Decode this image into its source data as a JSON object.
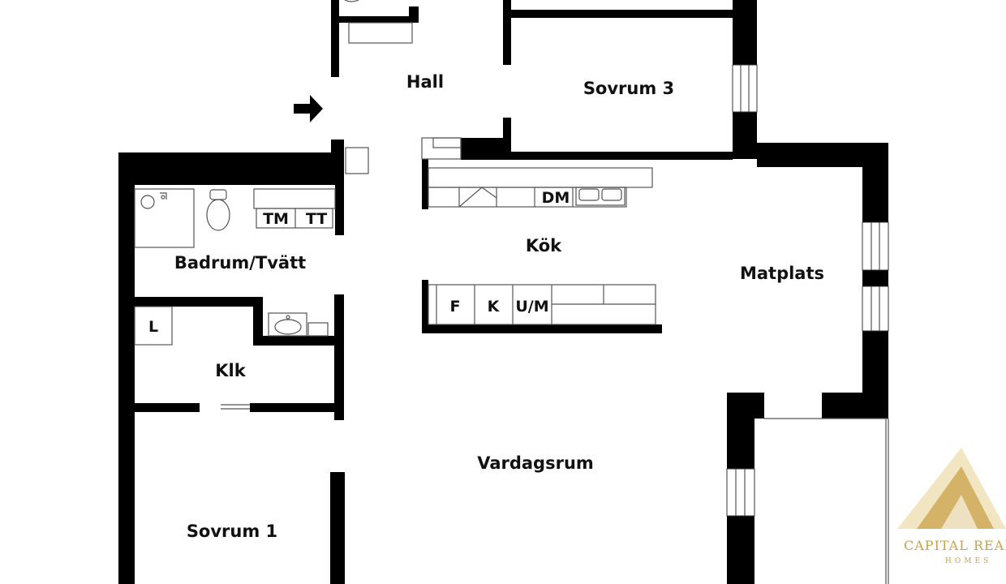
{
  "colors": {
    "wall": "#000000",
    "fixture_line": "#555555",
    "label": "#111111",
    "logo_gold": "#c9a24a",
    "logo_gold_light": "#e8cf8f"
  },
  "rooms": {
    "hall": "Hall",
    "sovrum3": "Sovrum 3",
    "kok": "Kök",
    "matplats": "Matplats",
    "badrum": "Badrum/Tvätt",
    "klk": "Klk",
    "vardagsrum": "Vardagsrum",
    "sovrum1": "Sovrum 1"
  },
  "fixtures": {
    "tm": "TM",
    "tt": "TT",
    "dm": "DM",
    "f": "F",
    "k": "K",
    "um": "U/M",
    "l": "L"
  },
  "icons": {
    "entrance": "entrance-arrow-icon",
    "toilet": "toilet-icon",
    "shower": "shower-icon",
    "sink": "sink-icon"
  },
  "logo": {
    "name": "CAPITAL REALTI",
    "sub": "HOMES"
  }
}
